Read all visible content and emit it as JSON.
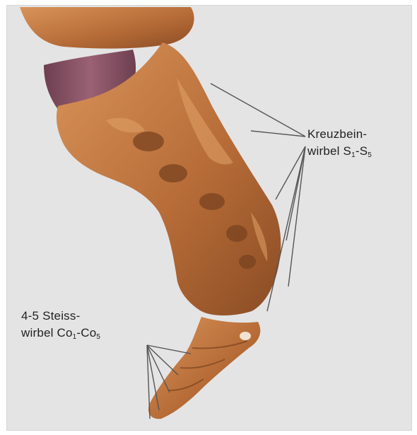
{
  "labels": {
    "sacrum": {
      "line1": "Kreuzbein-",
      "line2_prefix": "wirbel S",
      "sub_start": "1",
      "dash": "-S",
      "sub_end": "5"
    },
    "coccyx": {
      "line1": "4-5 Steiss-",
      "line2_prefix": "wirbel Co",
      "sub_start": "1",
      "dash": "-Co",
      "sub_end": "5"
    }
  },
  "colors": {
    "background": "#e4e4e4",
    "bone": "#b86d38",
    "bone_light": "#d8945a",
    "bone_shadow": "#7a4320",
    "disc": "#7d4b5e",
    "leader_line": "#555555"
  }
}
